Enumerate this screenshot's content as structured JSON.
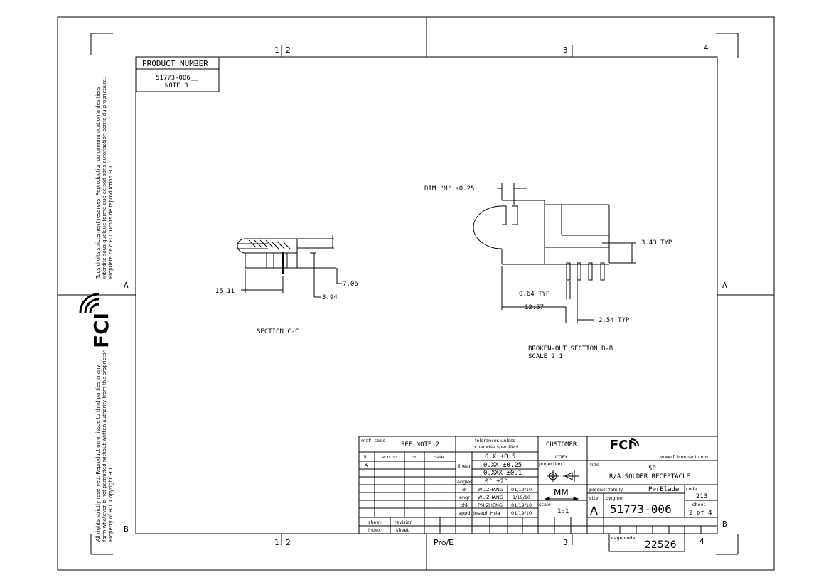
{
  "border": {
    "top_zones": [
      "1",
      "2",
      "3",
      "4"
    ],
    "bottom_zones": [
      "1",
      "2",
      "3",
      "4"
    ],
    "side_zones": [
      "A",
      "B"
    ]
  },
  "notices": {
    "french": [
      "Tous droits strictement reserves. Reproduction ou communication a des tiers",
      "interdite sous quelque forme que ce soit sans autorisation ecrite du proprietaire.",
      "Propriete de c FCI. Droits de reproduction FCI."
    ],
    "english": [
      "All rights strictly reserved. Reproduction or issue to third parties in any",
      "form whatever is not permitted without written authority from the proprietor.",
      "Property of FCI. Copyright FCI."
    ]
  },
  "logo_text": "FCI",
  "product_box": {
    "header": "PRODUCT NUMBER",
    "value": "51773-006__",
    "note": "NOTE 3"
  },
  "section_cc": {
    "title": "SECTION C-C",
    "dims": {
      "length": "15.11",
      "height": "7.06",
      "offset": "3.94"
    }
  },
  "section_bb": {
    "title": "BROKEN-OUT SECTION B-B",
    "scale": "SCALE 2:1",
    "dims": {
      "dim_m": "DIM \"M\" ±0.25",
      "pitch_height": "3.43 TYP",
      "pin_width": "0.64 TYP",
      "pin_pos": "12.57",
      "pin_pitch": "2.54 TYP"
    }
  },
  "title_block": {
    "matl_code_label": "mat'l code",
    "matl_code_value": "SEE NOTE 2",
    "revision_headers": [
      "ltr",
      "ecn no.",
      "dr",
      "date"
    ],
    "revision_rows": [
      [
        "A",
        "",
        "",
        ""
      ]
    ],
    "tolerances_label": "tolerances unless otherwise specified",
    "linear_label": "linear",
    "tolerance_lines": [
      "0.X ±0.5",
      "0.XX ±0.25",
      "0.XXX ±0.1"
    ],
    "angles_label": "angles",
    "angles_value": "0° ±2°",
    "signatures": [
      {
        "role": "dr",
        "name": "WL ZHANG",
        "date": "01/19/10"
      },
      {
        "role": "engr",
        "name": "WL ZHANG",
        "date": "1/19/10"
      },
      {
        "role": "chk",
        "name": "PM ZHENG",
        "date": "01/19/10"
      },
      {
        "role": "appd",
        "name": "Joseph Hsia",
        "date": "01/19/10"
      }
    ],
    "customer_label": "CUSTOMER",
    "copy_label": "COPY",
    "projection_label": "projection",
    "units": "MM",
    "scale_label": "scale",
    "scale_value": "1:1",
    "website": "www.fciconnect.com",
    "title_label": "title",
    "title_line1": "5P",
    "title_line2": "R/A SOLDER RECEPTACLE",
    "product_family_label": "product family",
    "product_family_value": "PwrBlade",
    "code_label": "code",
    "code_value": "213",
    "size_label": "size",
    "size_value": "A",
    "dwg_no_label": "dwg no",
    "dwg_no_value": "51773-006",
    "sheet_label": "sheet",
    "sheet_value": "2 of 4",
    "sheet_revision_labels": [
      "sheet",
      "revision",
      "index",
      "sheet"
    ],
    "cad": "Pro/E",
    "cage_code_label": "cage code",
    "cage_code_value": "22526"
  }
}
